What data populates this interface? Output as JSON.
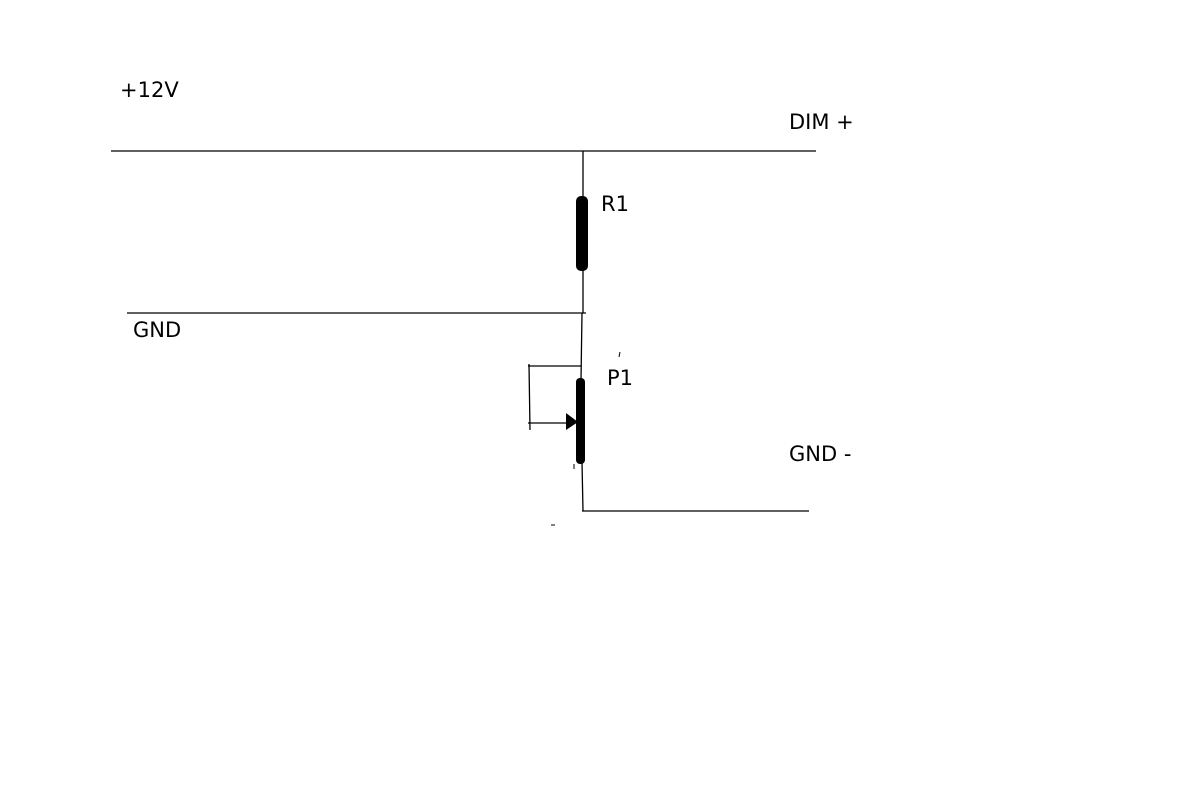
{
  "diagram": {
    "type": "circuit-schematic",
    "labels": {
      "supply": "+12V",
      "dim_plus": "DIM +",
      "r1": "R1",
      "gnd": "GND",
      "p1": "P1",
      "gnd_minus": "GND -"
    },
    "components": [
      {
        "id": "R1",
        "kind": "resistor",
        "between": [
          "+12V / DIM + rail",
          "GND node"
        ]
      },
      {
        "id": "P1",
        "kind": "potentiometer",
        "between": [
          "GND node",
          "GND - rail"
        ],
        "wiper": "tied to upper terminal"
      }
    ],
    "colors": {
      "line": "#000000",
      "background": "#ffffff"
    }
  }
}
